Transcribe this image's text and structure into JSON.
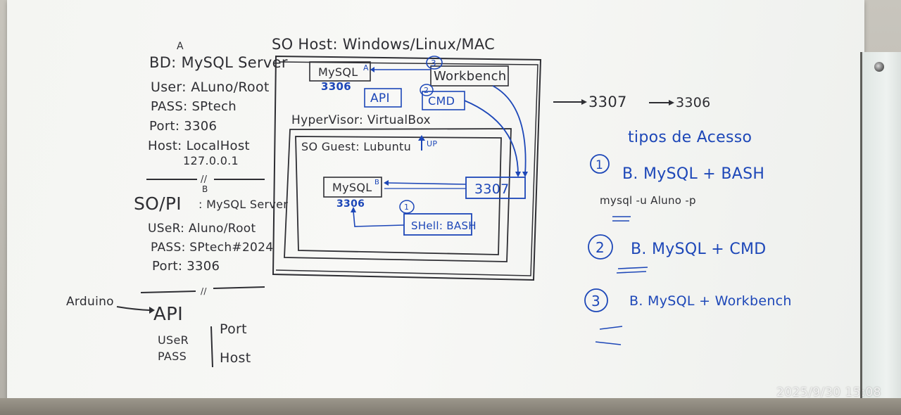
{
  "left_notes": {
    "bd_block": {
      "marker": "A",
      "title": "BD: MySQL Server",
      "user": "User: ALuno/Root",
      "pass": "PASS: SPtech",
      "port": "Port: 3306",
      "host": "Host: LocalHost",
      "ip": "127.0.0.1"
    },
    "separator_1": "//",
    "so_block": {
      "marker": "B",
      "title": "SO/PI",
      "server": ": MySQL Server",
      "user": "USeR: Aluno/Root",
      "pass": "PASS: SPtech#2024",
      "port": "Port: 3306"
    },
    "separator_2": "//",
    "api_block": {
      "source": "Arduino",
      "target": "API",
      "left_col": [
        "USeR",
        "PASS"
      ],
      "right_col": [
        "Port",
        "Host"
      ]
    }
  },
  "diagram": {
    "host_title": "SO Host: Windows/Linux/MAC",
    "host_mysql": "MySQL",
    "host_mysql_marker": "A",
    "host_mysql_port": "3306",
    "workbench": "Workbench",
    "workbench_marker": "3",
    "api": "API",
    "cmd": "CMD",
    "cmd_marker": "2",
    "hypervisor": "HyperVisor: VirtualBox",
    "guest": "SO Guest: Lubuntu",
    "guest_flag": "UP",
    "guest_mysql": "MySQL",
    "guest_mysql_marker": "B",
    "guest_mysql_port": "3306",
    "forward_port": "3307",
    "shell": "SHell: BASH",
    "shell_marker": "1"
  },
  "right_notes": {
    "port_map": [
      "3307",
      "3306"
    ],
    "heading": "tipos de Acesso",
    "items": [
      {
        "number": "1",
        "text": "B. MySQL + BASH"
      },
      {
        "number": "2",
        "text": "B. MySQL + CMD"
      },
      {
        "number": "3",
        "text": "B. MySQL + Workbench"
      }
    ],
    "command": "mysql -u Aluno -p"
  },
  "timestamp": "2025/9/30 15:08"
}
